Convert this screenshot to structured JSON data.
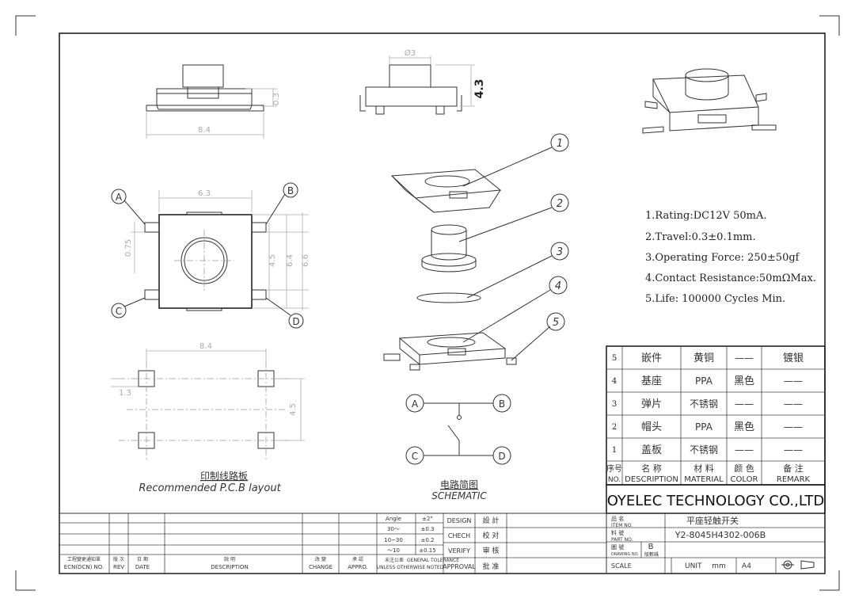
{
  "views": {
    "side_height_dim": "0.3",
    "side_width_dim": "8.4",
    "front_diam_dim": "Ø3",
    "front_height_dim": "4.3",
    "top_width_dim": "6.3",
    "top_left_dim": "0.75",
    "top_h1_dim": "4.5",
    "top_h2_dim": "6.4",
    "top_h3_dim": "6.6",
    "pin_a": "A",
    "pin_b": "B",
    "pin_c": "C",
    "pin_d": "D",
    "pcb_width_dim": "8.4",
    "pcb_pad_dim": "1.3",
    "pcb_height_dim": "4.5",
    "pcb_caption_cn": "印制线路板",
    "pcb_caption_en": "Recommended P.C.B layout",
    "schematic_caption_cn": "电路简图",
    "schematic_caption_en": "SCHEMATIC",
    "part_numbers": [
      "1",
      "2",
      "3",
      "4",
      "5"
    ]
  },
  "specs": [
    "1.Rating:DC12V 50mA.",
    "2.Travel:0.3±0.1mm.",
    "3.Operating Force: 250±50gf",
    "4.Contact Resistance:50mΩMax.",
    "5.Life: 100000 Cycles Min."
  ],
  "bom": {
    "rows": [
      {
        "no": "5",
        "name": "嵌件",
        "material": "黄铜",
        "color": "——",
        "remark": "镀银"
      },
      {
        "no": "4",
        "name": "基座",
        "material": "PPA",
        "color": "黑色",
        "remark": "——"
      },
      {
        "no": "3",
        "name": "弹片",
        "material": "不锈钢",
        "color": "——",
        "remark": "——"
      },
      {
        "no": "2",
        "name": "帽头",
        "material": "PPA",
        "color": "黑色",
        "remark": "——"
      },
      {
        "no": "1",
        "name": "盖板",
        "material": "不锈钢",
        "color": "——",
        "remark": "——"
      }
    ],
    "header": {
      "no_cn": "序号",
      "no_en": "NO.",
      "name_cn": "名 称",
      "name_en": "DESCRIPTION",
      "material_cn": "材 料",
      "material_en": "MATERIAL",
      "color_cn": "颜 色",
      "color_en": "COLOR",
      "remark_cn": "备 注",
      "remark_en": "REMARK"
    }
  },
  "company": "OYELEC TECHNOLOGY CO.,LTD",
  "title_block": {
    "item_cn": "品 名",
    "item_en": "ITEM NO.",
    "item_value": "平座轻触开关",
    "part_cn": "料 號",
    "part_en": "PART NO.",
    "part_value": "Y2-8045H4302-006B",
    "drawing_cn": "圖 號",
    "drawing_en": "DRAWING NO.",
    "drawing_value": "B",
    "version_cn": "版數碼",
    "scale": "SCALE",
    "unit": "UNIT",
    "unit_value": "mm",
    "sheet": "A4"
  },
  "tolerance": {
    "rows": [
      {
        "range": "Angle",
        "value": "±2°"
      },
      {
        "range": "30～",
        "value": "±0.3"
      },
      {
        "range": "10~30",
        "value": "±0.2"
      },
      {
        "range": "～10",
        "value": "±0.15"
      }
    ],
    "note_cn": "未注公差",
    "note_en": "GENERAL TOLERANCE",
    "unless": "UNLESS OTHERWISE NOTED"
  },
  "approvals": [
    {
      "en": "DESIGN",
      "cn": "設 計"
    },
    {
      "en": "CHECH",
      "cn": "校 对"
    },
    {
      "en": "VERIFY",
      "cn": "审 核"
    },
    {
      "en": "APPROVAL",
      "cn": "批 准"
    }
  ],
  "revision": {
    "ecn_cn": "工程變更通知單",
    "ecn_en": "ECN(DCN) NO.",
    "rev_cn": "版 次",
    "rev_en": "REV",
    "date_cn": "日 期",
    "date_en": "DATE",
    "desc_cn": "說 明",
    "desc_en": "DESCRIPTION",
    "change_cn": "改 變",
    "change_en": "CHANGE",
    "appro_cn": "承 認",
    "appro_en": "APPRO."
  }
}
